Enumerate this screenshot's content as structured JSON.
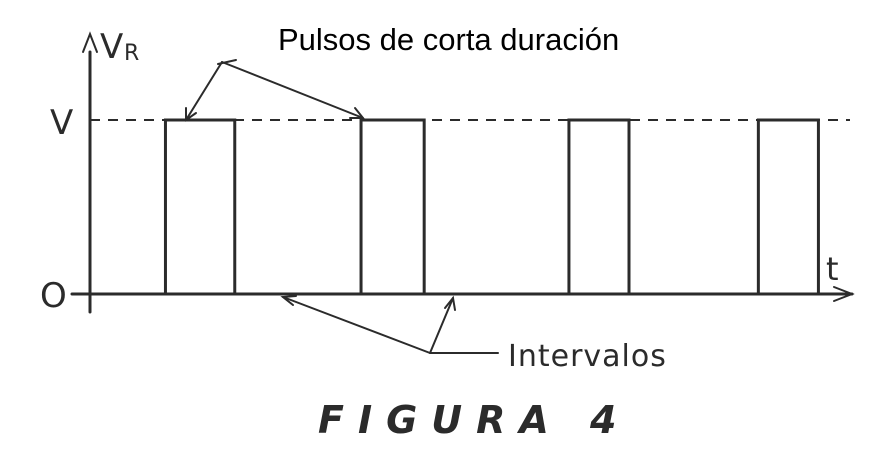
{
  "title": "Pulsos de corta duración",
  "caption": "FIGURA 4",
  "axes": {
    "y_label_main": "V",
    "y_label_sub": "R",
    "x_label": "t",
    "level_high": "V",
    "level_low": "O"
  },
  "annotation_intervals": "Intervalos",
  "pulses": [
    {
      "start": 0.098,
      "end": 0.188
    },
    {
      "start": 0.352,
      "end": 0.434
    },
    {
      "start": 0.622,
      "end": 0.7
    },
    {
      "start": 0.868,
      "end": 0.946
    }
  ]
}
